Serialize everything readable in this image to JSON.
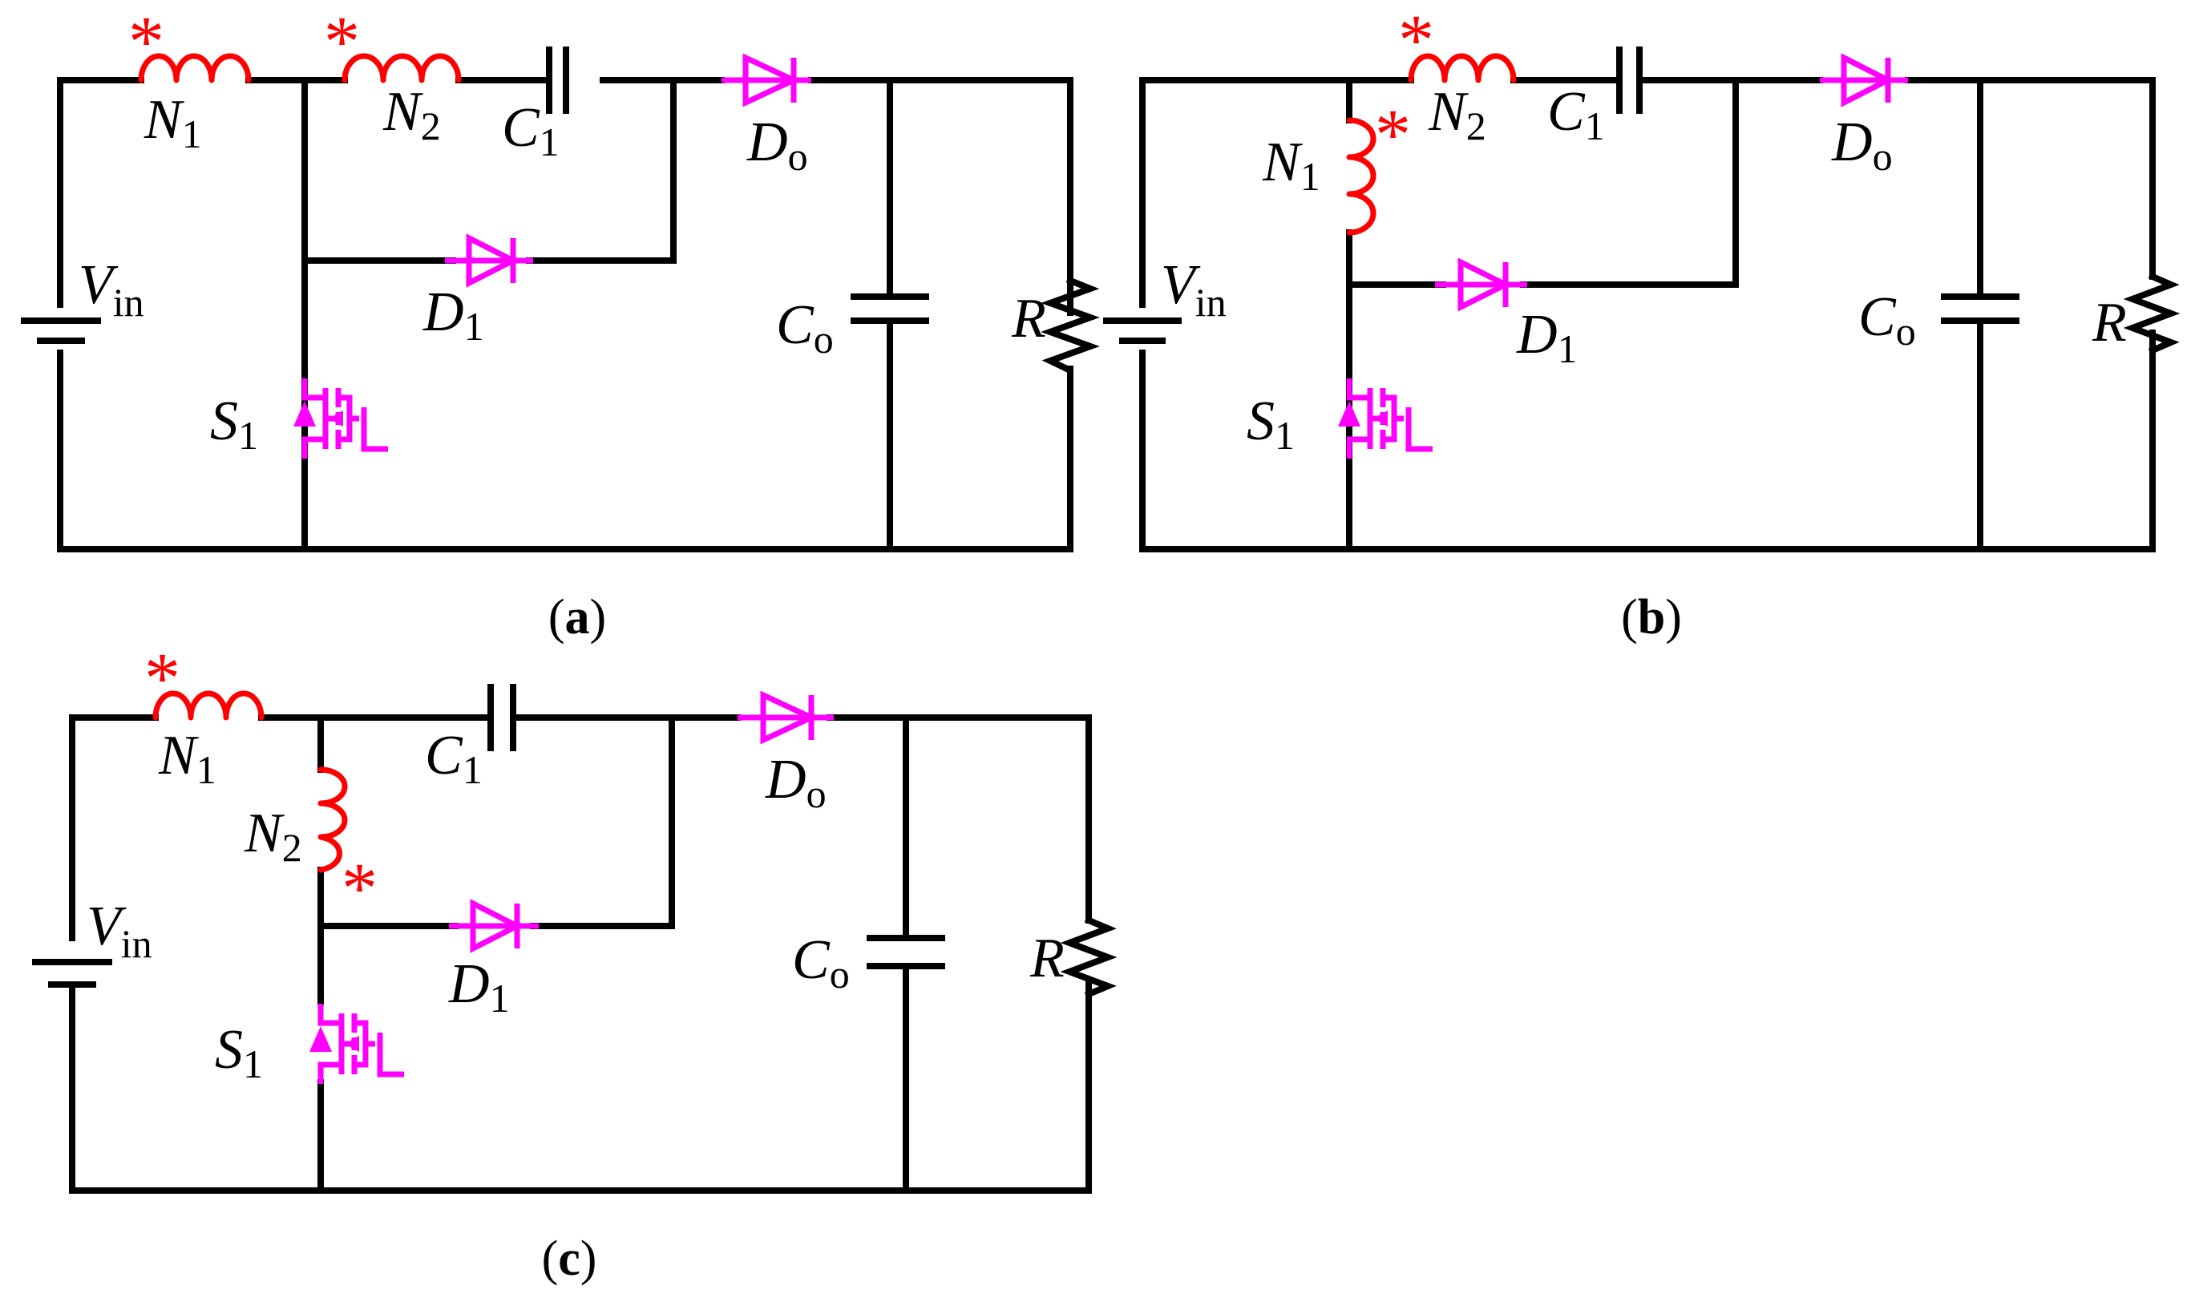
{
  "colors": {
    "wire": "#000000",
    "magnetics": "#ff0000",
    "semiconductor": "#ff00ff"
  },
  "labels": {
    "N": "N",
    "one": "1",
    "two": "2",
    "C": "C",
    "D": "D",
    "o": "o",
    "V": "V",
    "in": "in",
    "S": "S",
    "R": "R"
  },
  "dot_mark": "*",
  "captions": [
    {
      "open": "(",
      "letter": "a",
      "close": ")"
    },
    {
      "open": "(",
      "letter": "b",
      "close": ")"
    },
    {
      "open": "(",
      "letter": "c",
      "close": ")"
    }
  ]
}
